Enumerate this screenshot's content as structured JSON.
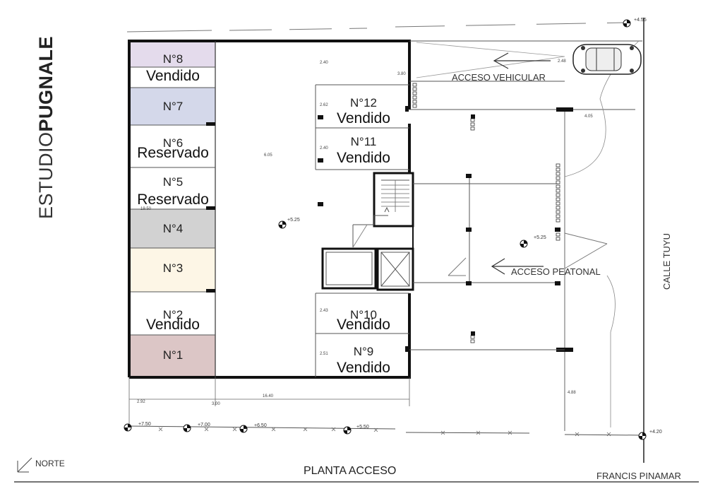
{
  "brand": {
    "light": "ESTUDIO",
    "bold": "PUGNALE"
  },
  "units": [
    {
      "number": "N°8",
      "status": "Vendido",
      "color": "#e4dbec"
    },
    {
      "number": "N°7",
      "status": "",
      "color": "#d4d8ea"
    },
    {
      "number": "N°6",
      "status": "Reservado",
      "color": "#ffffff"
    },
    {
      "number": "N°5",
      "status": "Reservado",
      "color": "#ffffff"
    },
    {
      "number": "N°4",
      "status": "",
      "color": "#d2d2d2"
    },
    {
      "number": "N°3",
      "status": "",
      "color": "#fdf6e6"
    },
    {
      "number": "N°2",
      "status": "Vendido",
      "color": "#ffffff"
    },
    {
      "number": "N°1",
      "status": "",
      "color": "#dcc6c6"
    },
    {
      "number": "N°12",
      "status": "Vendido",
      "color": "#ffffff"
    },
    {
      "number": "N°11",
      "status": "Vendido",
      "color": "#ffffff"
    },
    {
      "number": "N°10",
      "status": "Vendido",
      "color": "#ffffff"
    },
    {
      "number": "N°9",
      "status": "Vendido",
      "color": "#ffffff"
    }
  ],
  "labels": {
    "acceso_vehicular": "ACCESO VEHICULAR",
    "acceso_peatonal": "ACCESO PEATONAL",
    "calle": "CALLE TUYU",
    "norte": "NORTE",
    "plan_title": "PLANTA ACCESO",
    "francis": "FRANCIS PINAMAR"
  },
  "elevations": {
    "top_right": "+4.55",
    "center": "+5.25",
    "right_center": "+5.25",
    "bottom_right": "+4.20",
    "b1": "+7.50",
    "b2": "+7.00",
    "b3": "+6.50",
    "b4": "+5.50"
  },
  "dimensions": {
    "d240a": "2.40",
    "d380": "3.80",
    "d248": "2.48",
    "d262": "2.62",
    "d240b": "2.40",
    "d605": "6.05",
    "d405": "4.05",
    "d1950": "19.50",
    "d243": "2.43",
    "d251": "2.51",
    "d292": "2.92",
    "d300": "3.00",
    "d1640": "16.40",
    "d488": "4.88"
  }
}
